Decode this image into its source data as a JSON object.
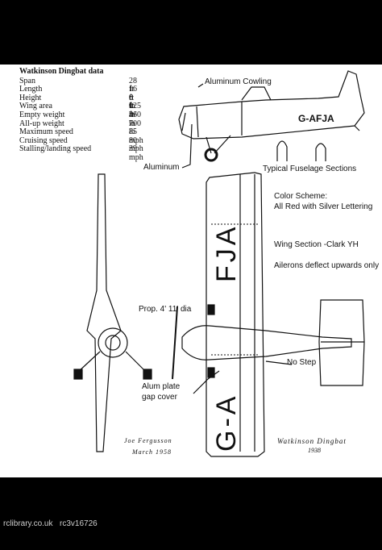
{
  "specs": {
    "title": "Watkinson Dingbat data",
    "rows": [
      {
        "label": "Span",
        "value": "28 ft 0 in"
      },
      {
        "label": "Length",
        "value": "16 ft 0 in"
      },
      {
        "label": "Height",
        "value": "6 ft 3 in"
      },
      {
        "label": "Wing area",
        "value": "125 ft²"
      },
      {
        "label": "Empty weight",
        "value": "460 lb"
      },
      {
        "label": "All-up weight",
        "value": "700 lb"
      },
      {
        "label": "Maximum speed",
        "value": "85 mph"
      },
      {
        "label": "Cruising speed",
        "value": "80 mph"
      },
      {
        "label": "Stalling/landing speed",
        "value": "39 mph"
      }
    ]
  },
  "annotations": {
    "aluminum_cowling": "Aluminum Cowling",
    "aluminum": "Aluminum",
    "fuselage_sections": "Typical Fuselage Sections",
    "color_scheme_1": "Color Scheme:",
    "color_scheme_2": "All Red with Silver Lettering",
    "wing_section": "Wing Section -Clark YH",
    "ailerons": "Ailerons deflect upwards only",
    "prop": "Prop. 4' 11' dia",
    "no_step": "No Step",
    "alum_plate_1": "Alum plate",
    "alum_plate_2": "gap cover",
    "registration_side": "G-AFJA",
    "registration_wing_top": "FJA",
    "registration_wing_bottom": "G-A",
    "signature_1": "Joe Fergusson",
    "signature_2": "March 1958",
    "drawing_title_1": "Watkinson Dingbat",
    "drawing_title_2": "1938"
  },
  "footer": {
    "left": "rclibrary.co.uk",
    "right": "rc3v16726"
  }
}
